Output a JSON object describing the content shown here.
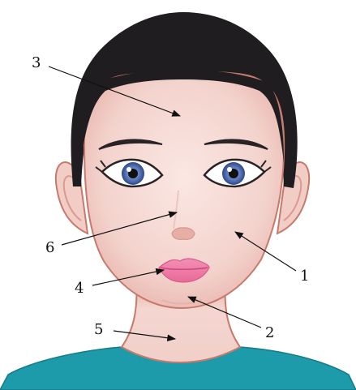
{
  "diagram": {
    "callouts": [
      {
        "id": "1",
        "label": "1"
      },
      {
        "id": "2",
        "label": "2"
      },
      {
        "id": "3",
        "label": "3"
      },
      {
        "id": "4",
        "label": "4"
      },
      {
        "id": "5",
        "label": "5"
      },
      {
        "id": "6",
        "label": "6"
      }
    ],
    "colors": {
      "background": "#ffffff",
      "hair": "#1f1d1f",
      "skin": "#f6d9d4",
      "skin_shadow": "#e9b9b1",
      "outline": "#c77a6c",
      "shirt": "#1e9bab",
      "iris": "#4f6fb4",
      "lips": "#f07fa8",
      "leader": "#111111"
    }
  }
}
